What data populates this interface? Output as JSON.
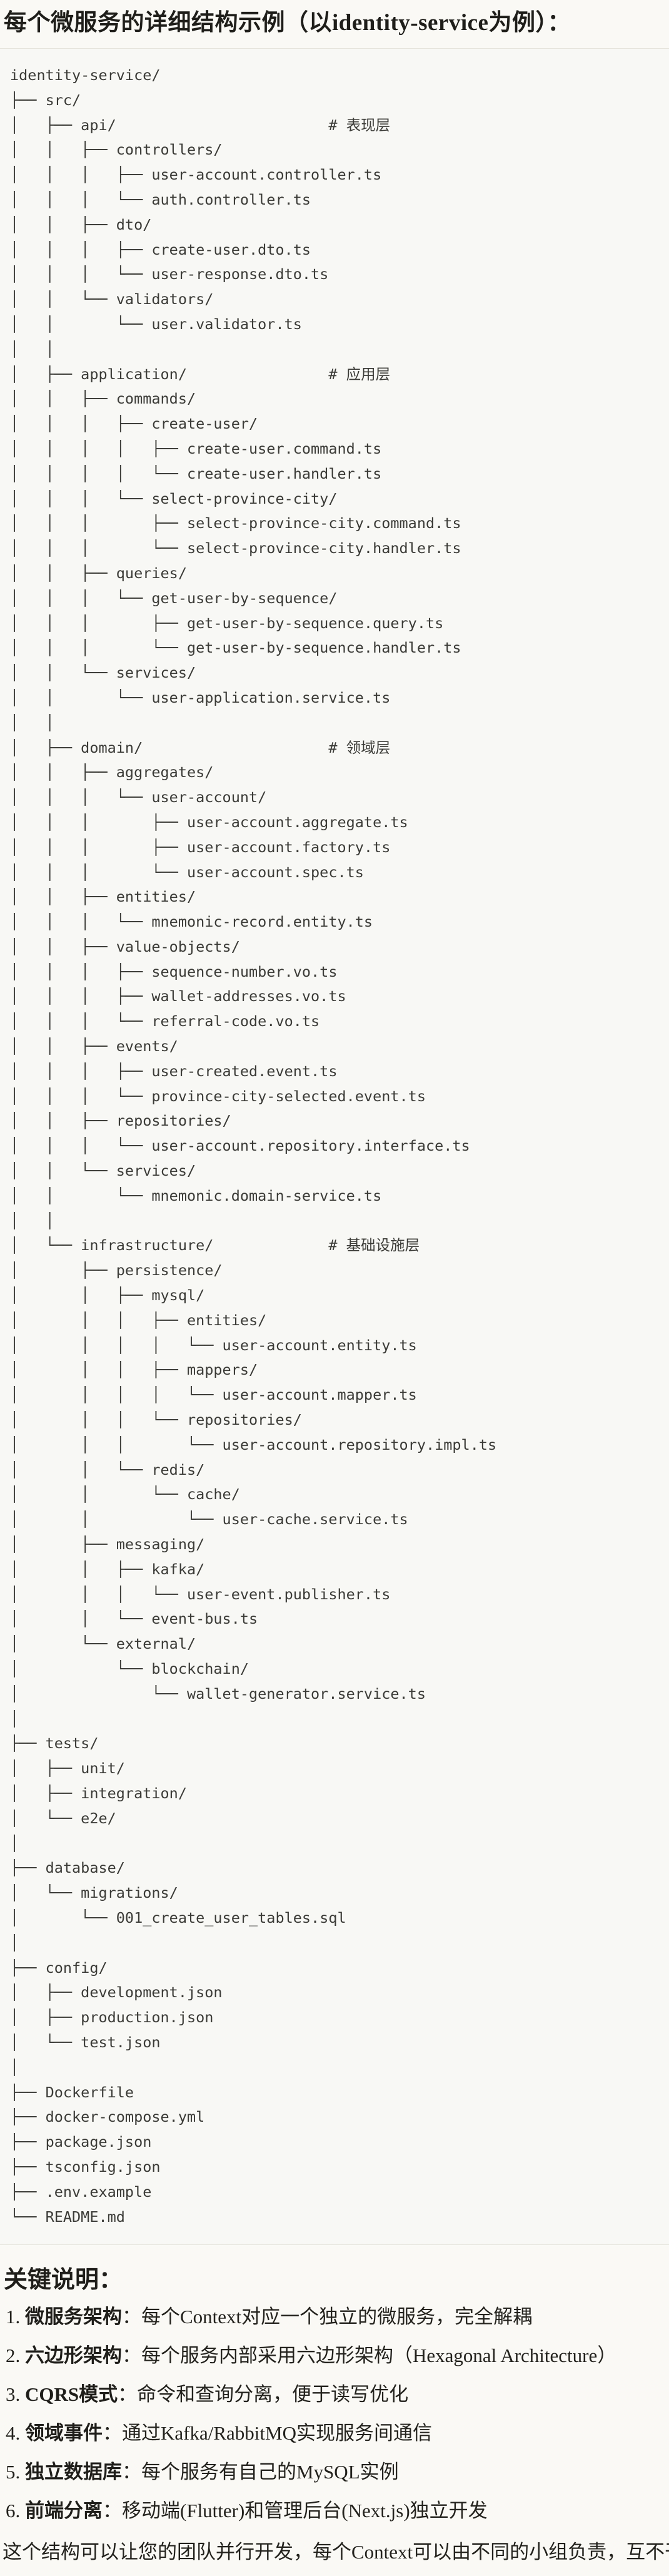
{
  "header": {
    "title": "每个微服务的详细结构示例（以identity-service为例）："
  },
  "code": {
    "tree_lines": [
      "identity-service/",
      "├── src/",
      "│   ├── api/                        # 表现层",
      "│   │   ├── controllers/",
      "│   │   │   ├── user-account.controller.ts",
      "│   │   │   └── auth.controller.ts",
      "│   │   ├── dto/",
      "│   │   │   ├── create-user.dto.ts",
      "│   │   │   └── user-response.dto.ts",
      "│   │   └── validators/",
      "│   │       └── user.validator.ts",
      "│   │",
      "│   ├── application/                # 应用层",
      "│   │   ├── commands/",
      "│   │   │   ├── create-user/",
      "│   │   │   │   ├── create-user.command.ts",
      "│   │   │   │   └── create-user.handler.ts",
      "│   │   │   └── select-province-city/",
      "│   │   │       ├── select-province-city.command.ts",
      "│   │   │       └── select-province-city.handler.ts",
      "│   │   ├── queries/",
      "│   │   │   └── get-user-by-sequence/",
      "│   │   │       ├── get-user-by-sequence.query.ts",
      "│   │   │       └── get-user-by-sequence.handler.ts",
      "│   │   └── services/",
      "│   │       └── user-application.service.ts",
      "│   │",
      "│   ├── domain/                     # 领域层",
      "│   │   ├── aggregates/",
      "│   │   │   └── user-account/",
      "│   │   │       ├── user-account.aggregate.ts",
      "│   │   │       ├── user-account.factory.ts",
      "│   │   │       └── user-account.spec.ts",
      "│   │   ├── entities/",
      "│   │   │   └── mnemonic-record.entity.ts",
      "│   │   ├── value-objects/",
      "│   │   │   ├── sequence-number.vo.ts",
      "│   │   │   ├── wallet-addresses.vo.ts",
      "│   │   │   └── referral-code.vo.ts",
      "│   │   ├── events/",
      "│   │   │   ├── user-created.event.ts",
      "│   │   │   └── province-city-selected.event.ts",
      "│   │   ├── repositories/",
      "│   │   │   └── user-account.repository.interface.ts",
      "│   │   └── services/",
      "│   │       └── mnemonic.domain-service.ts",
      "│   │",
      "│   └── infrastructure/             # 基础设施层",
      "│       ├── persistence/",
      "│       │   ├── mysql/",
      "│       │   │   ├── entities/",
      "│       │   │   │   └── user-account.entity.ts",
      "│       │   │   ├── mappers/",
      "│       │   │   │   └── user-account.mapper.ts",
      "│       │   │   └── repositories/",
      "│       │   │       └── user-account.repository.impl.ts",
      "│       │   └── redis/",
      "│       │       └── cache/",
      "│       │           └── user-cache.service.ts",
      "│       ├── messaging/",
      "│       │   ├── kafka/",
      "│       │   │   └── user-event.publisher.ts",
      "│       │   └── event-bus.ts",
      "│       └── external/",
      "│           └── blockchain/",
      "│               └── wallet-generator.service.ts",
      "│",
      "├── tests/",
      "│   ├── unit/",
      "│   ├── integration/",
      "│   └── e2e/",
      "│",
      "├── database/",
      "│   └── migrations/",
      "│       └── 001_create_user_tables.sql",
      "│",
      "├── config/",
      "│   ├── development.json",
      "│   ├── production.json",
      "│   └── test.json",
      "│",
      "├── Dockerfile",
      "├── docker-compose.yml",
      "├── package.json",
      "├── tsconfig.json",
      "├── .env.example",
      "└── README.md"
    ]
  },
  "notes": {
    "heading": "关键说明：",
    "items": [
      {
        "num": "1. ",
        "label": "微服务架构",
        "text": "：每个Context对应一个独立的微服务，完全解耦"
      },
      {
        "num": "2. ",
        "label": "六边形架构",
        "text": "：每个服务内部采用六边形架构（Hexagonal Architecture）"
      },
      {
        "num": "3. ",
        "label": "CQRS模式",
        "text": "：命令和查询分离，便于读写优化"
      },
      {
        "num": "4. ",
        "label": "领域事件",
        "text": "：通过Kafka/RabbitMQ实现服务间通信"
      },
      {
        "num": "5. ",
        "label": "独立数据库",
        "text": "：每个服务有自己的MySQL实例"
      },
      {
        "num": "6. ",
        "label": "前端分离",
        "text": "：移动端(Flutter)和管理后台(Next.js)独立开发"
      }
    ],
    "footer": "这个结构可以让您的团队并行开发，每个Context可以由不同的小组负责，互不干扰。"
  }
}
